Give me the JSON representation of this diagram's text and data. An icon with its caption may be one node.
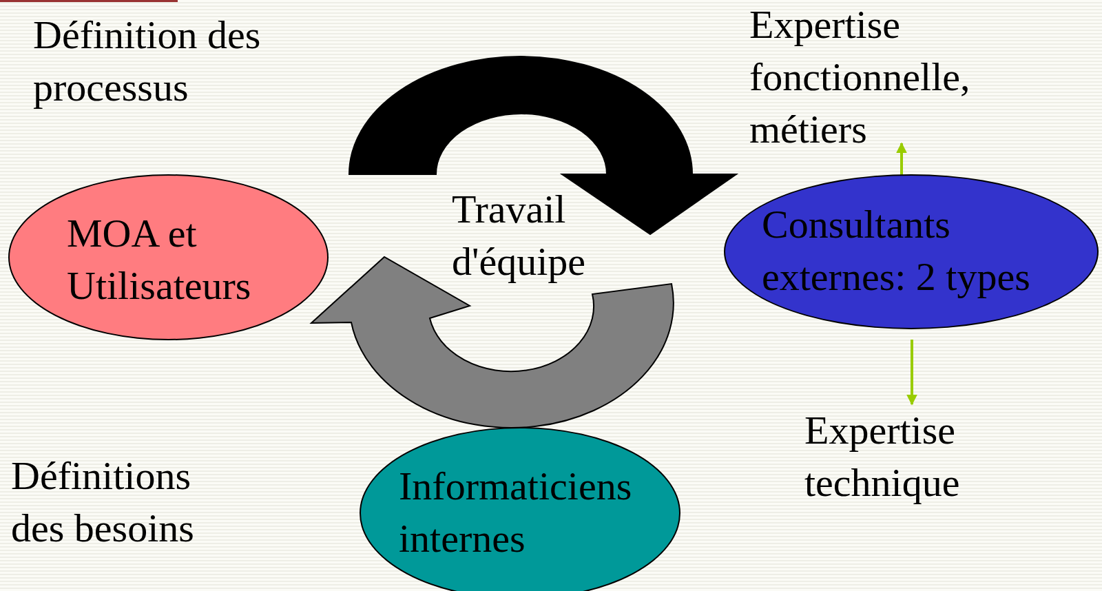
{
  "diagram": {
    "nodes": [
      {
        "text": [
          "Définition des processus"
        ]
      },
      {
        "text": [
          "Expertise fonctionnelle, métiers"
        ]
      },
      {
        "text": [
          "MOA et Utilisateurs"
        ]
      },
      {
        "text": [
          "Travail d'équipe"
        ]
      },
      {
        "text": [
          "Consultants externes: 2 types"
        ]
      },
      {
        "text": [
          "Expertise technique"
        ]
      },
      {
        "text": [
          "Définitions des besoins"
        ]
      },
      {
        "text": [
          "Informaticiens internes"
        ]
      }
    ],
    "edges": [
      {
        "from": 2,
        "to": 4,
        "arrow": "to",
        "style": "thick",
        "color": "#000000"
      },
      {
        "from": 4,
        "to": 2,
        "arrow": "to",
        "style": "thick",
        "color": "#808080"
      },
      {
        "from": 4,
        "to": 1,
        "arrow": "to",
        "color": "#99cc00"
      },
      {
        "from": 4,
        "to": 5,
        "arrow": "to",
        "color": "#99cc00"
      }
    ]
  }
}
